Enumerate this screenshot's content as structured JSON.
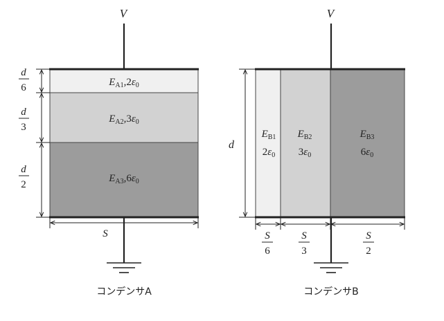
{
  "colors": {
    "light": "#f0f0f0",
    "mid": "#d2d2d2",
    "dark": "#9c9c9c",
    "line": "#222222"
  },
  "capacitor_a": {
    "voltage": "V",
    "caption": "コンデンサA",
    "width_label": "S",
    "layers": [
      {
        "field": "E",
        "sub": "A1",
        "eps_coef": "2",
        "eps": "ε",
        "eps_sub": "0",
        "thick_num": "d",
        "thick_den": "6"
      },
      {
        "field": "E",
        "sub": "A2",
        "eps_coef": "3",
        "eps": "ε",
        "eps_sub": "0",
        "thick_num": "d",
        "thick_den": "3"
      },
      {
        "field": "E",
        "sub": "A3",
        "eps_coef": "6",
        "eps": "ε",
        "eps_sub": "0",
        "thick_num": "d",
        "thick_den": "2"
      }
    ]
  },
  "capacitor_b": {
    "voltage": "V",
    "caption": "コンデンサB",
    "height_label": "d",
    "layers": [
      {
        "field": "E",
        "sub": "B1",
        "eps_coef": "2",
        "eps": "ε",
        "eps_sub": "0",
        "width_num": "S",
        "width_den": "6"
      },
      {
        "field": "E",
        "sub": "B2",
        "eps_coef": "3",
        "eps": "ε",
        "eps_sub": "0",
        "width_num": "S",
        "width_den": "3"
      },
      {
        "field": "E",
        "sub": "B3",
        "eps_coef": "6",
        "eps": "ε",
        "eps_sub": "0",
        "width_num": "S",
        "width_den": "2"
      }
    ]
  }
}
